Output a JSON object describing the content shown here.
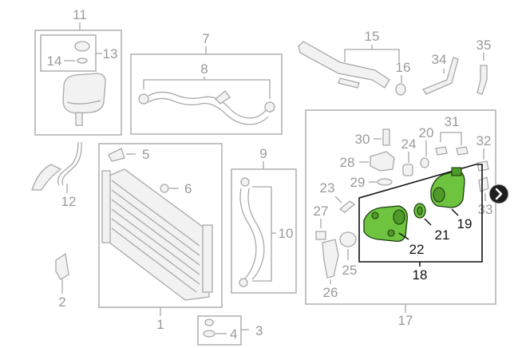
{
  "diagram": {
    "callouts": {
      "c1": "1",
      "c2": "2",
      "c3": "3",
      "c4": "4",
      "c5": "5",
      "c6": "6",
      "c7": "7",
      "c8": "8",
      "c9": "9",
      "c10": "10",
      "c11": "11",
      "c12": "12",
      "c13": "13",
      "c14": "14",
      "c15": "15",
      "c16": "16",
      "c17": "17",
      "c18": "18",
      "c19": "19",
      "c20": "20",
      "c21": "21",
      "c22": "22",
      "c23": "23",
      "c24": "24",
      "c25": "25",
      "c26": "26",
      "c27": "27",
      "c28": "28",
      "c29": "29",
      "c30": "30",
      "c31": "31",
      "c32": "32",
      "c33": "33",
      "c34": "34",
      "c35": "35"
    },
    "highlighted_parts": [
      "19",
      "21",
      "22"
    ],
    "highlight_color": "#6fc43f",
    "next_button": {
      "icon": "chevron-right-icon"
    }
  }
}
